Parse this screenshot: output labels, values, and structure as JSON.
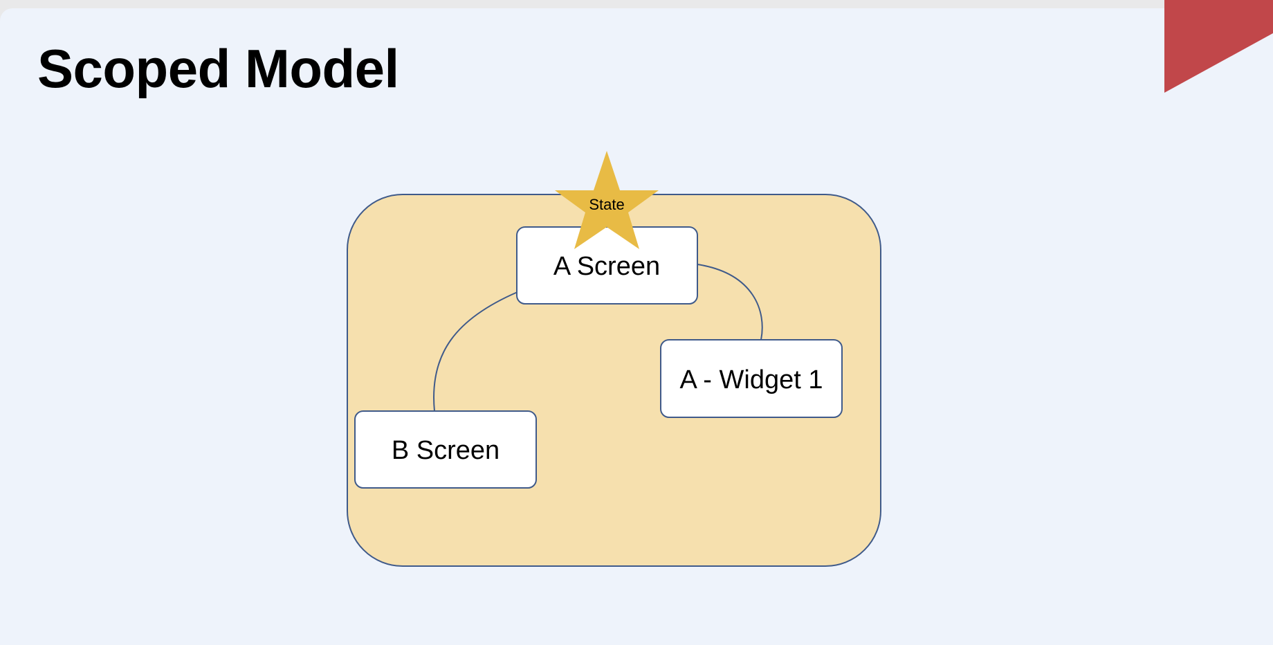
{
  "slide": {
    "title": "Scoped Model"
  },
  "diagram": {
    "state_label": "State",
    "nodes": {
      "a_screen": "A Screen",
      "a_widget_1": "A - Widget 1",
      "b_screen": "B Screen"
    }
  },
  "colors": {
    "background": "#eef3fb",
    "scope_fill": "#f6e0ae",
    "outline": "#3f5a8a",
    "star": "#e8bb45",
    "corner_accent": "#c1474a",
    "node_fill": "#ffffff"
  }
}
